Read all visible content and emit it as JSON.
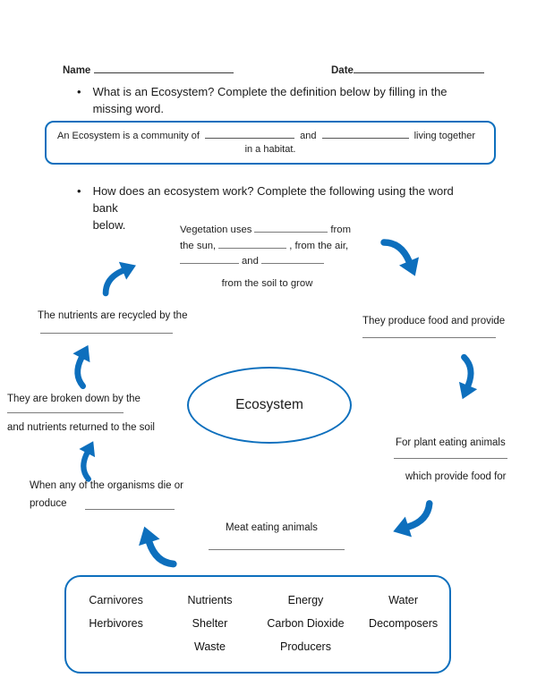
{
  "header": {
    "name_label": "Name",
    "date_label": "Date"
  },
  "questions": {
    "bullet": "•",
    "q1_line1": "What is an Ecosystem? Complete the definition below by filling in the",
    "q1_line2": "missing word.",
    "q2_line1": "How does an ecosystem work? Complete the following using the word bank",
    "q2_line2": "below."
  },
  "definition_box": {
    "seg1": "An Ecosystem is a community of",
    "seg2": "and",
    "seg3": "living together",
    "line2": "in a habitat."
  },
  "diagram": {
    "center_label": "Ecosystem",
    "vegetation_l1_pre": "Vegetation uses",
    "vegetation_l1_post": "from",
    "vegetation_l2_pre": "the sun,",
    "vegetation_l2_post": ", from the air,",
    "vegetation_l3_mid": "and",
    "vegetation_l4": "from the soil to grow",
    "produce_label": "They produce food and provide",
    "plant_eaters_label": "For plant eating animals",
    "provide_food_label": "which provide food for",
    "meat_eaters_label": "Meat eating animals",
    "die_label": "When any of the organisms die or",
    "die_label2": "produce",
    "broken_label": "They are broken down by the",
    "returned_label": "and nutrients returned to the soil",
    "recycled_label": "The nutrients are recycled by the"
  },
  "word_bank": {
    "row1": [
      "Carnivores",
      "Nutrients",
      "Energy",
      "Water"
    ],
    "row2": [
      "Herbivores",
      "Shelter",
      "Carbon Dioxide",
      "Decomposers"
    ],
    "row3": [
      "Waste",
      "Producers"
    ]
  },
  "colors": {
    "accent_blue": "#0d6fbd",
    "line_gray": "#7b7b7b",
    "text": "#1f1f1f"
  }
}
